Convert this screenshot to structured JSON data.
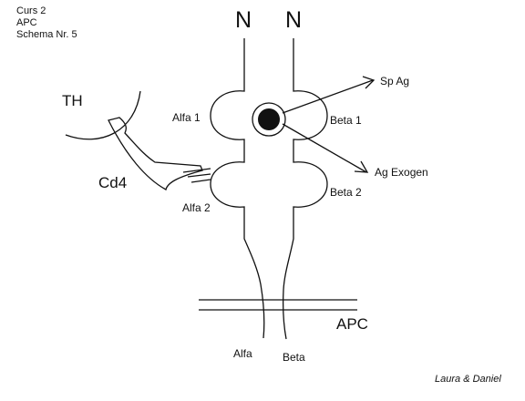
{
  "header": {
    "line1": "Curs 2",
    "line2": "APC",
    "line3": "Schema Nr. 5"
  },
  "labels": {
    "n_left": "N",
    "n_right": "N",
    "th": "TH",
    "cd4": "Cd4",
    "alfa1": "Alfa 1",
    "alfa2": "Alfa 2",
    "beta1": "Beta 1",
    "beta2": "Beta 2",
    "sp_ag": "Sp Ag",
    "ag_exogen": "Ag Exogen",
    "apc": "APC",
    "alfa": "Alfa",
    "beta": "Beta"
  },
  "signature": "Laura & Daniel",
  "colors": {
    "ink": "#111111",
    "background": "#ffffff"
  }
}
